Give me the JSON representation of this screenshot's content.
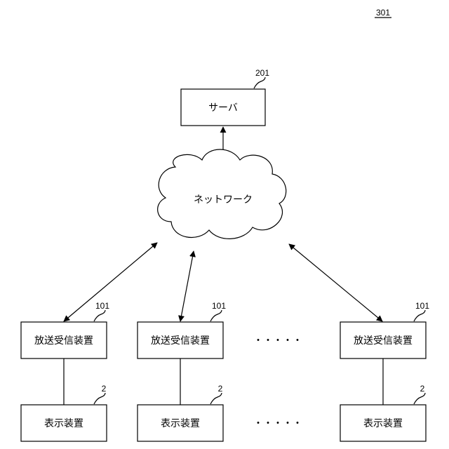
{
  "figure_number": "301",
  "server": {
    "label": "サーバ",
    "ref": "201"
  },
  "network": {
    "label": "ネットワーク"
  },
  "receivers": [
    {
      "label": "放送受信装置",
      "ref": "101"
    },
    {
      "label": "放送受信装置",
      "ref": "101"
    },
    {
      "label": "放送受信装置",
      "ref": "101"
    }
  ],
  "displays": [
    {
      "label": "表示装置",
      "ref": "2"
    },
    {
      "label": "表示装置",
      "ref": "2"
    },
    {
      "label": "表示装置",
      "ref": "2"
    }
  ],
  "ellipsis_receivers": "・・・・・",
  "ellipsis_displays": "・・・・・"
}
